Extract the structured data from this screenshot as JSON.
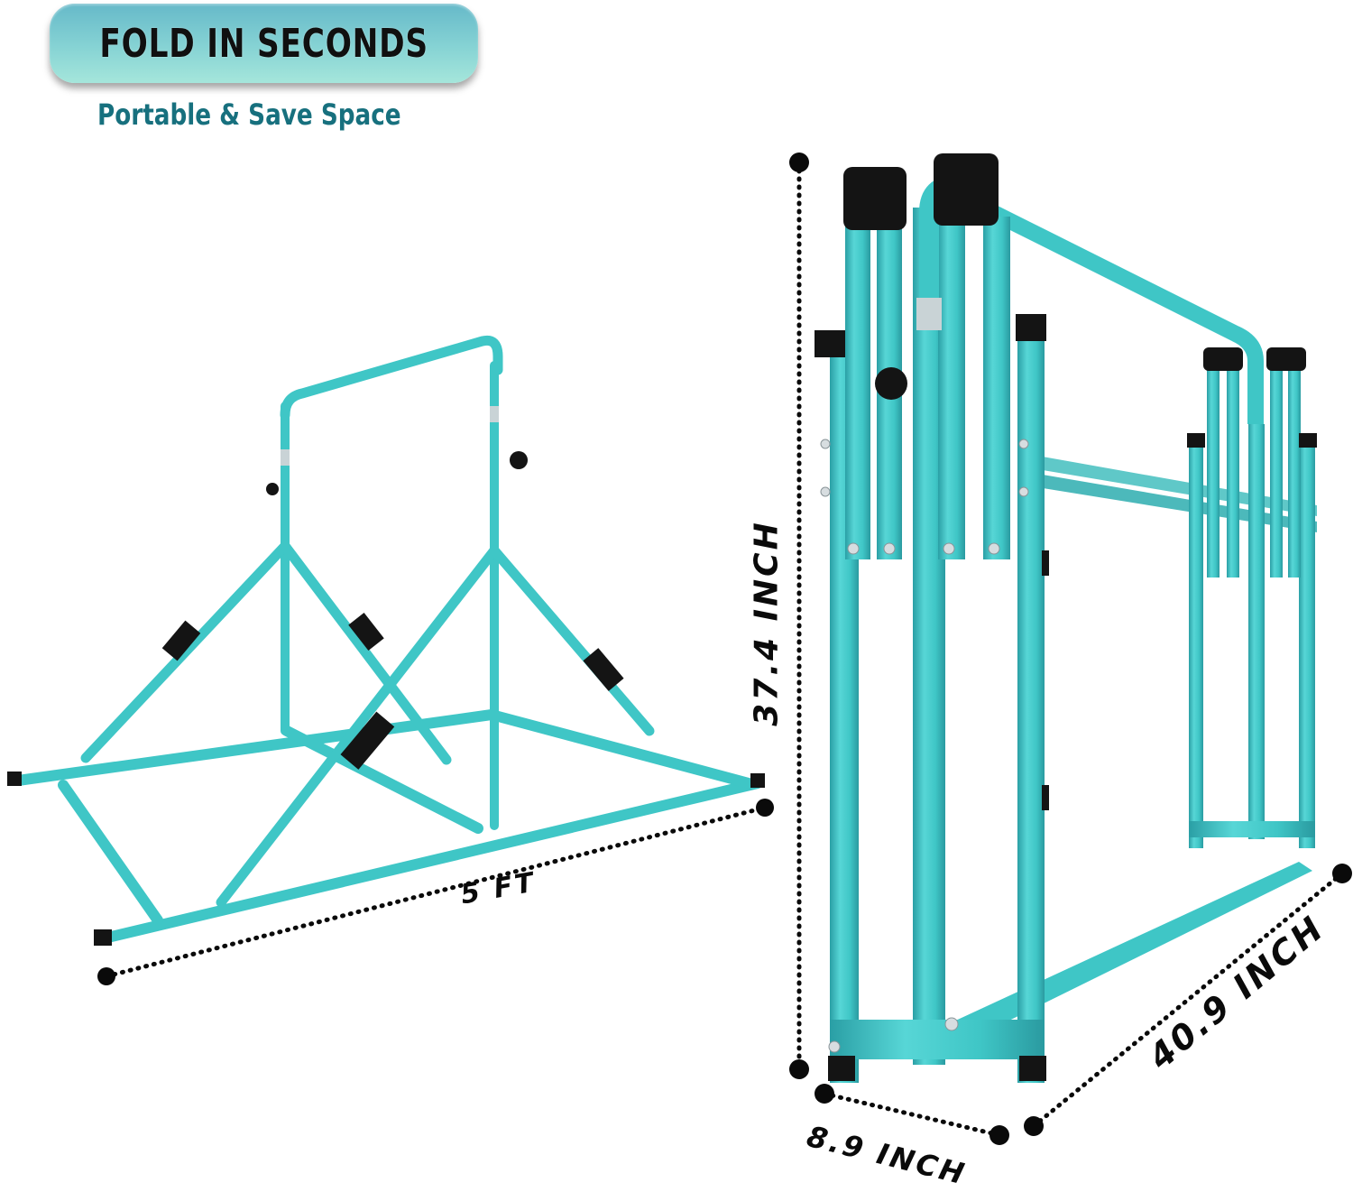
{
  "header": {
    "badge_title": "FOLD IN SECONDS",
    "subtitle": "Portable & Save Space"
  },
  "dimensions": {
    "unfolded_length": "5 FT",
    "folded_height": "37.4 INCH",
    "folded_depth": "8.9 INCH",
    "folded_width": "40.9 INCH"
  },
  "colors": {
    "frame_teal": "#3fc6c6",
    "frame_shadow": "#2a9aa0",
    "badge_top": "#66b9c9",
    "badge_bottom": "#a5e6db",
    "subtitle_teal": "#17707e",
    "hardware_black": "#141414"
  },
  "illustrations": {
    "left": "unfolded-gymnastics-bar",
    "right": "folded-gymnastics-bar"
  }
}
